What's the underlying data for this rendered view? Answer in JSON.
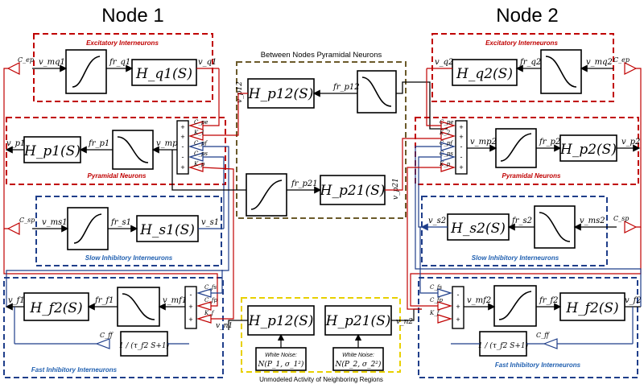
{
  "titles": {
    "node1": "Node 1",
    "node2": "Node 2"
  },
  "groups": {
    "between": "Between Nodes Pyramidal Neurons",
    "unmodeled": "Unmodeled Activity of Neighboring Regions",
    "exc1": "Excitatory Interneurons",
    "exc2": "Excitatory Interneurons",
    "pyr1": "Pyramidal Neurons",
    "pyr2": "Pyramidal Neurons",
    "slow1": "Slow Inhibitory Interneurons",
    "slow2": "Slow Inhibitory Interneurons",
    "fast1": "Fast Inhibitory Interneurons",
    "fast2": "Fast Inhibitory Interneurons"
  },
  "blocks": {
    "hq1": "H_q1(S)",
    "hp1": "H_p1(S)",
    "hs1": "H_s1(S)",
    "hf1": "H_f2(S)",
    "hq2": "H_q2(S)",
    "hp2": "H_p2(S)",
    "hs2": "H_s2(S)",
    "hf2": "H_f2(S)",
    "hp12": "H_p12(S)",
    "hp21": "H_p21(S)",
    "hp12n": "H_p12(S)",
    "hp21n": "H_p21(S)"
  },
  "signals": {
    "vmq1": "v_mq1",
    "frq1": "fr_q1",
    "vq1": "v_q1",
    "vp1": "v_p1",
    "frp1": "fr_p1",
    "vmp1": "v_mp1",
    "vms1": "v_ms1",
    "frs1": "fr_s1",
    "vs1": "v_s1",
    "vf1": "v_f1",
    "frf1": "fr_f1",
    "vmf1": "v_mf1",
    "vn1": "v_n1",
    "vq2": "v_q2",
    "frq2": "fr_q2",
    "vmq2": "v_mq2",
    "vmp2": "v_mp2",
    "frp2": "fr_p2",
    "vp2": "v_p2",
    "vs2": "v_s2",
    "frs2": "fr_s2",
    "vms2": "v_ms2",
    "vmf2": "v_mf2",
    "frf2": "fr_f2",
    "vf2": "v_f2",
    "vn2": "v_n2",
    "frp12": "fr_p12",
    "vp12": "v_p12",
    "frp21": "fr_p21",
    "vp21": "v_p21"
  },
  "gains": {
    "cep1": "C_ep",
    "csp1": "C_sp",
    "cff1": "C_ff",
    "cep2": "C_ep",
    "csp2": "C_sp",
    "cff2": "C_ff",
    "n1_pe": "C_pe",
    "n1_k1": "K_1",
    "n1_pf": "C_pf",
    "n1_ps": "C_ps",
    "n1_kp": "K_p",
    "n1_fs": "C_fs",
    "n1_fp": "C_fp",
    "n1_kf": "K_f",
    "n2_pe": "C_pe",
    "n2_k2": "K_2",
    "n2_pf": "C_pf",
    "n2_ps": "C_ps",
    "n2_kp": "K_p",
    "n2_fs": "C_fs",
    "n2_fp": "C_fp",
    "n2_kf": "K_f"
  },
  "sum_signs": {
    "n1_pyr": [
      "+",
      "+",
      "-",
      "-",
      "+"
    ],
    "n1_fast": [
      "-",
      "+",
      "+"
    ],
    "n2_pyr": [
      "+",
      "+",
      "-",
      "-",
      "+"
    ],
    "n2_fast": [
      "-",
      "+",
      "+"
    ]
  },
  "noise": {
    "n1_title": "White Noise:",
    "n1_expr": "N(P_1, σ_1²)",
    "n2_title": "White Noise:",
    "n2_expr": "N(P_2, σ_2²)"
  },
  "tf": {
    "f1": "1 / (τ_f2 S+1)",
    "f2": "1 / (τ_f2 S+1)"
  },
  "colors": {
    "red": "#c00000",
    "blue": "#1f3e8a",
    "olive": "#6b5a2a",
    "yellow": "#e8d000",
    "group_label_red": "#c00000",
    "group_label_blue": "#1f5fb0"
  }
}
